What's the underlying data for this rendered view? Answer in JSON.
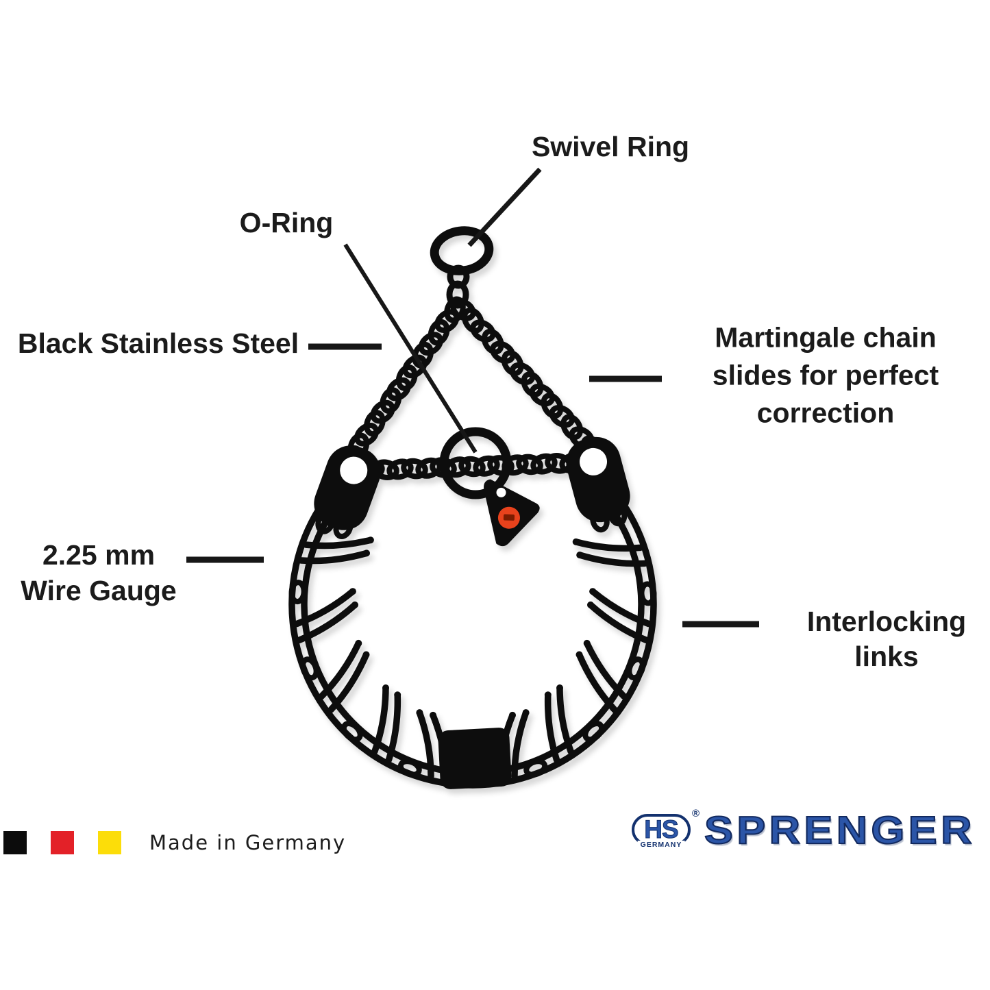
{
  "page": {
    "background": "#ffffff"
  },
  "annotations": {
    "swivel_ring": {
      "label": "Swivel Ring"
    },
    "o_ring": {
      "label": "O-Ring"
    },
    "black_stainless_steel": {
      "label": "Black Stainless Steel"
    },
    "martingale": {
      "lines": [
        "Martingale chain",
        "slides for perfect",
        "correction"
      ]
    },
    "wire_gauge": {
      "lines": [
        "2.25 mm",
        "Wire Gauge"
      ]
    },
    "interlocking": {
      "lines": [
        "Interlocking",
        "links"
      ]
    }
  },
  "footer": {
    "made_in": "Made in Germany",
    "flag_colors": {
      "black": "#0c0c0c",
      "red": "#e32128",
      "yellow": "#fcdd09"
    }
  },
  "brand": {
    "badge_text": "HS",
    "badge_country": "GERMANY",
    "registered_mark": "®",
    "name": "SPRENGER",
    "blue": "#2b55a7",
    "outline_blue": "#12295e"
  },
  "product": {
    "color": "#0e0e0e",
    "tag_dot_color": "#e8431f"
  }
}
